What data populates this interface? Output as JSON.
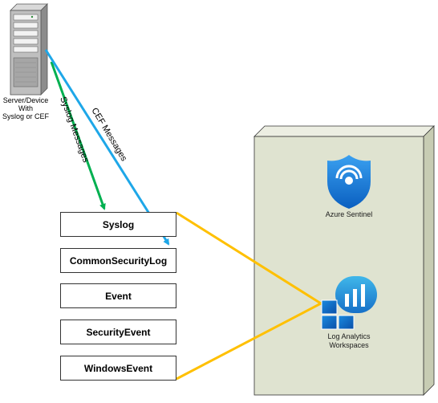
{
  "server": {
    "label_lines": [
      "Server/Device",
      "With",
      "Syslog or CEF"
    ]
  },
  "flows": {
    "syslog_label": "Syslog Messages",
    "cef_label": "CEF Messages"
  },
  "tables": [
    {
      "label": "Syslog"
    },
    {
      "label": "CommonSecurityLog"
    },
    {
      "label": "Event"
    },
    {
      "label": "SecurityEvent"
    },
    {
      "label": "WindowsEvent"
    }
  ],
  "sentinel": {
    "label": "Azure Sentinel"
  },
  "workspace": {
    "label_lines": [
      "Log Analytics",
      "Workspaces"
    ]
  },
  "colors": {
    "syslog_arrow": "#00b050",
    "cef_arrow": "#1ea7e8",
    "connector": "#ffc000",
    "box_face": "#dfe3d0",
    "box_side": "#cfd4bc"
  }
}
